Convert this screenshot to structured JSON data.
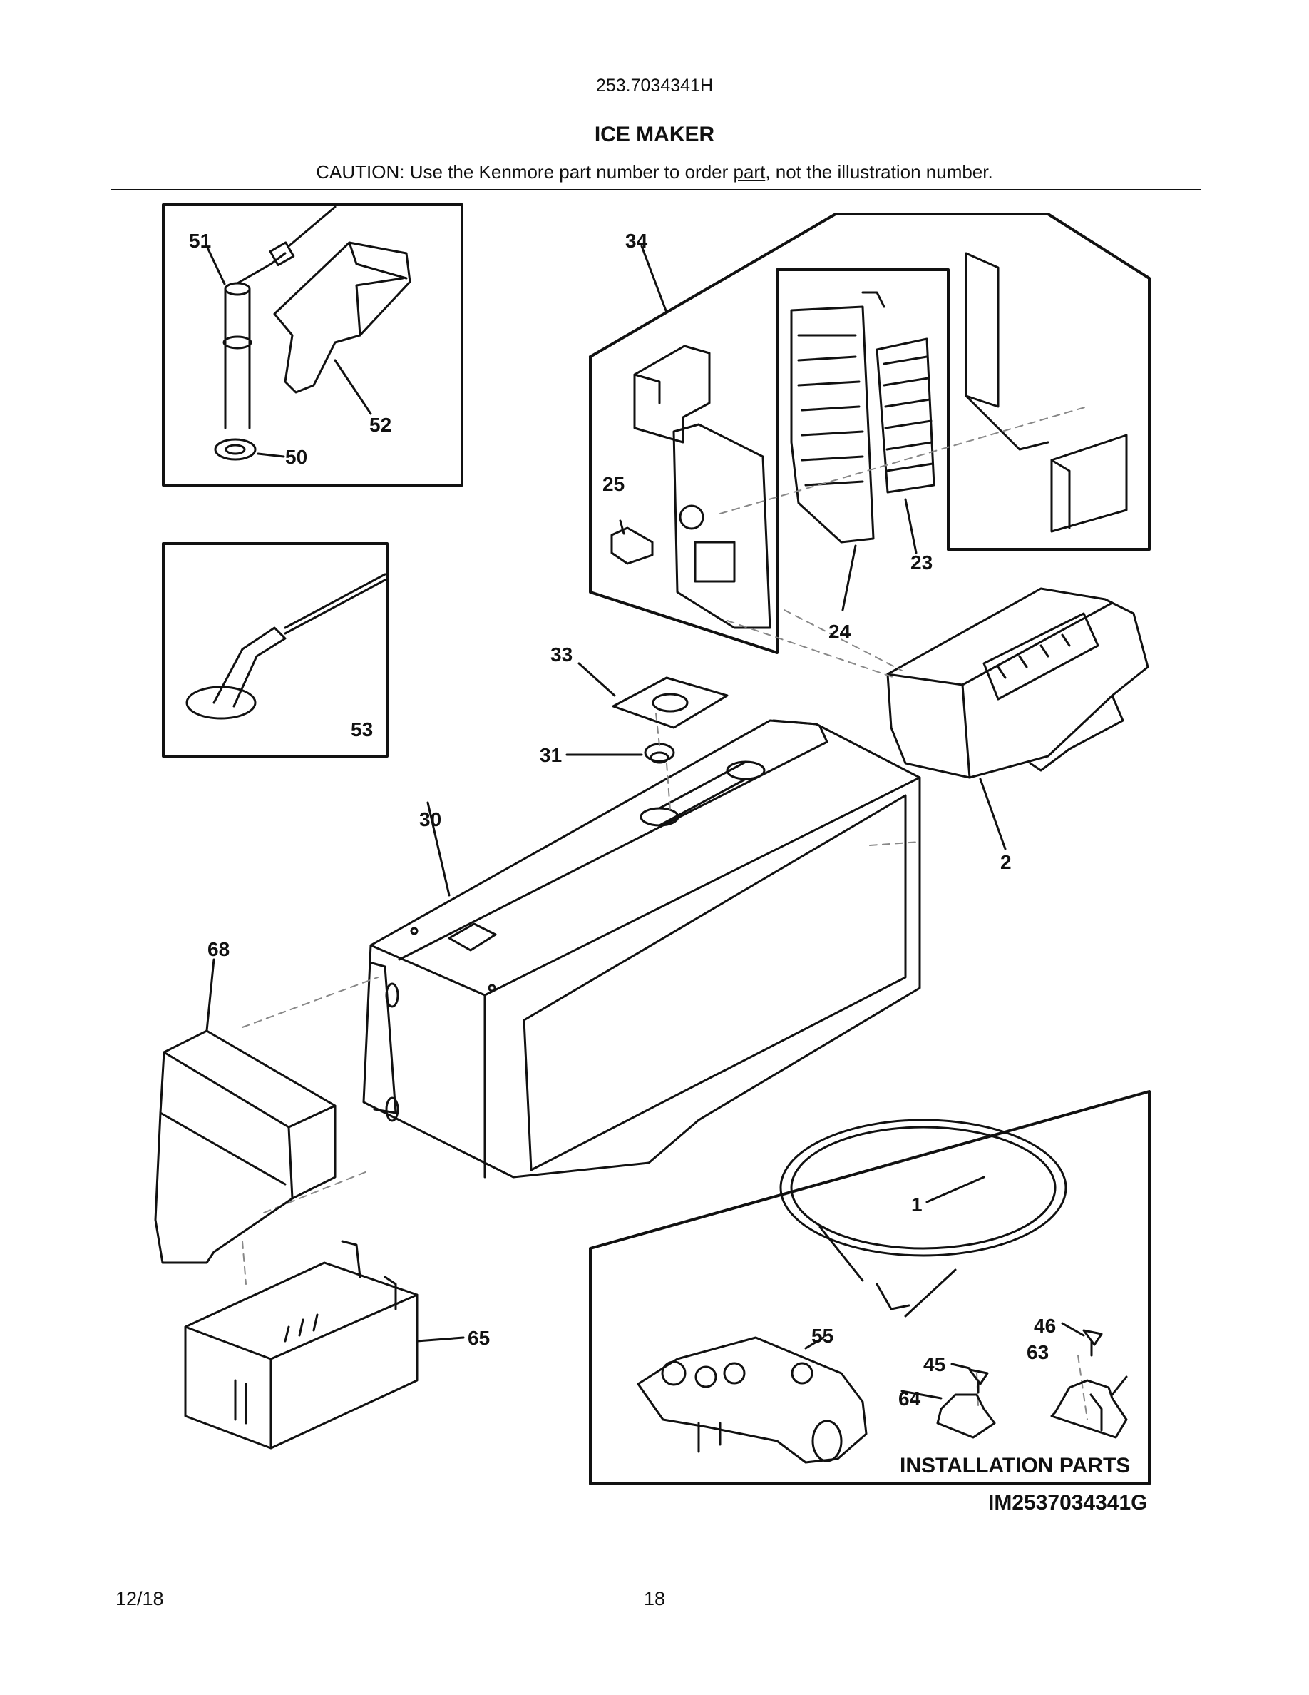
{
  "header": {
    "model_number": "253.7034341H",
    "title": "ICE MAKER",
    "caution_prefix": "CAUTION: Use the Kenmore part number to order ",
    "caution_link": "part",
    "caution_suffix": ", not the illustration number."
  },
  "diagram": {
    "callouts": [
      "51",
      "52",
      "50",
      "34",
      "25",
      "23",
      "24",
      "53",
      "33",
      "31",
      "30",
      "2",
      "68",
      "1",
      "46",
      "55",
      "45",
      "63",
      "64",
      "65"
    ],
    "installation_parts_label": "INSTALLATION PARTS",
    "figure_id": "IM2537034341G"
  },
  "footer": {
    "date": "12/18",
    "page_number": "18"
  }
}
